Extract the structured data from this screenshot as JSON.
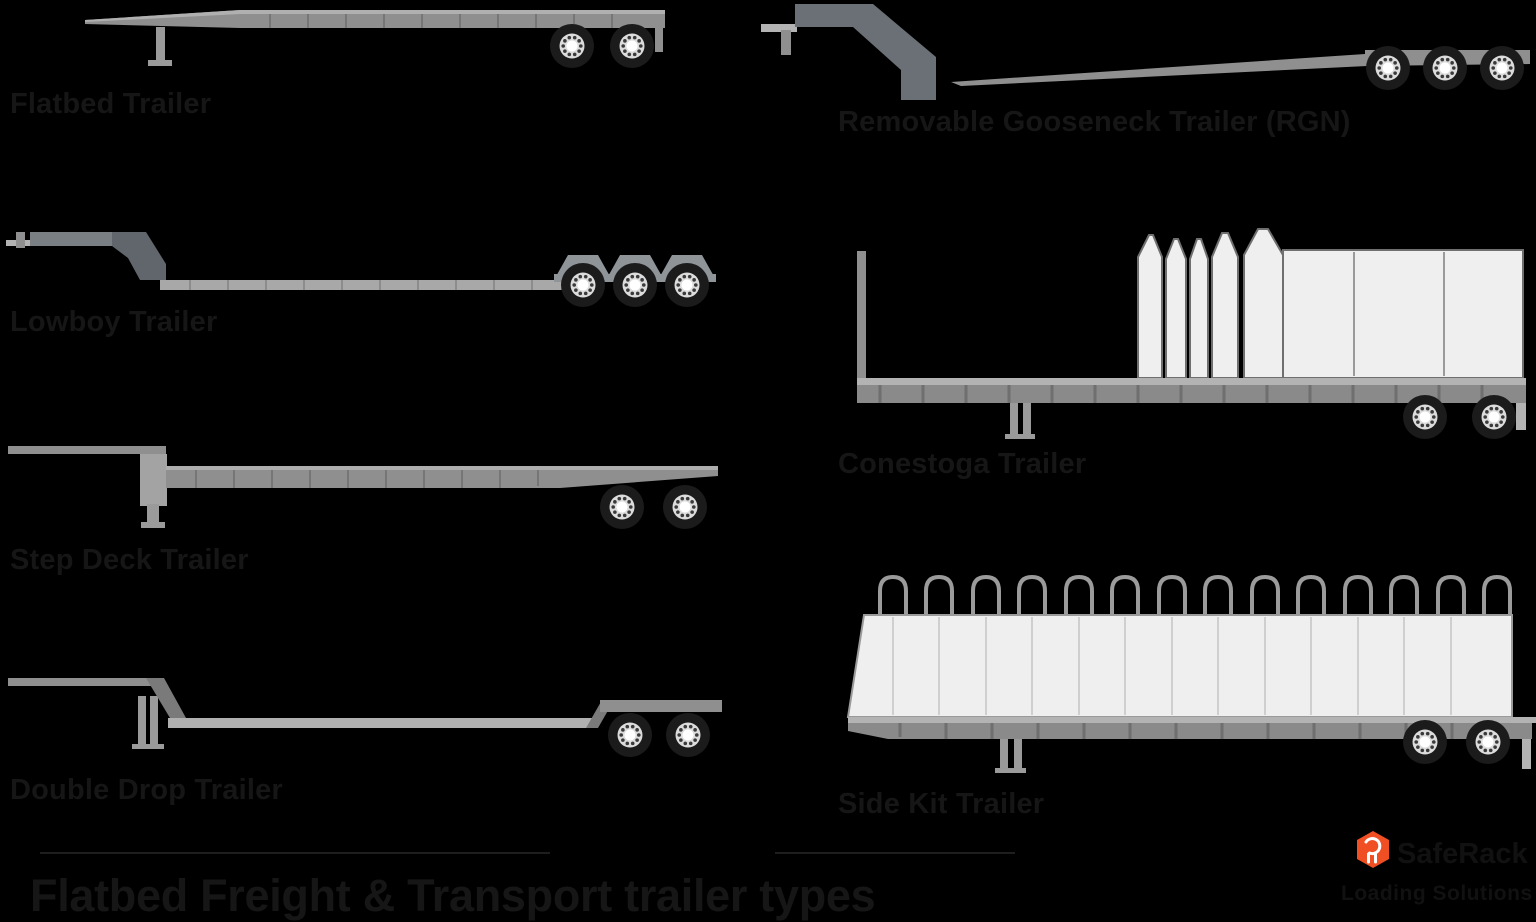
{
  "title": "Flatbed Freight & Transport trailer types",
  "trailers": [
    {
      "id": "flatbed",
      "label": "Flatbed Trailer"
    },
    {
      "id": "lowboy",
      "label": "Lowboy Trailer"
    },
    {
      "id": "step-deck",
      "label": "Step Deck Trailer"
    },
    {
      "id": "double-drop",
      "label": "Double Drop Trailer"
    },
    {
      "id": "rgn",
      "label": "Removable Gooseneck Trailer (RGN)"
    },
    {
      "id": "conestoga",
      "label": "Conestoga Trailer"
    },
    {
      "id": "side-kit",
      "label": "Side Kit Trailer"
    }
  ],
  "logo": {
    "brand": "SafeRack",
    "tagline": "Loading Solutions",
    "hexagon_color": "#F04E23"
  },
  "colors": {
    "background": "#000000",
    "label_text": "#161616",
    "deck_gray": "#8F8F8F",
    "deck_highlight": "#B3B3B3",
    "dark_gray": "#6A7075",
    "cargo_white": "#EFEFEF",
    "wheel_tire": "#1B1B1B",
    "wheel_hub": "#DCDCDC",
    "accent_orange": "#F04E23"
  }
}
